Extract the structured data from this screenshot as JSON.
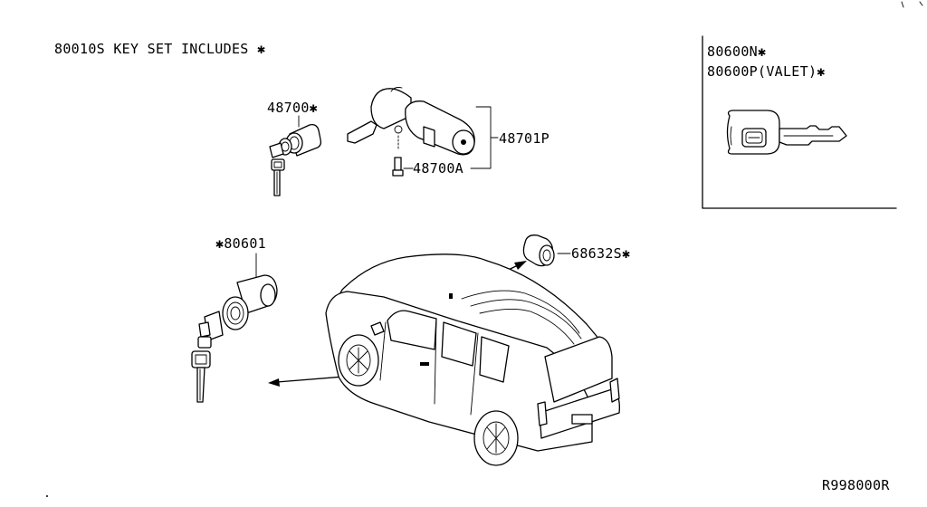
{
  "labels": {
    "key_set": "80010S KEY SET INCLUDES ✱",
    "ignition_cyl": "48700✱",
    "ignition_housing": "48701P",
    "screw": "48700A",
    "door_lock": "✱80601",
    "hatch_lock": "68632S✱",
    "key_blank_1": "80600N✱",
    "key_blank_2": "80600P(VALET)✱",
    "ref_code": "R998000R"
  },
  "icons": {
    "ignition_cylinder": "ignition-cylinder-icon",
    "ignition_housing": "ignition-housing-icon",
    "door_lock_cylinder": "door-lock-cylinder-icon",
    "hatch_lock_cylinder": "hatch-lock-cylinder-icon",
    "key_blank": "key-blank-icon",
    "vehicle": "suv-vehicle-icon"
  }
}
